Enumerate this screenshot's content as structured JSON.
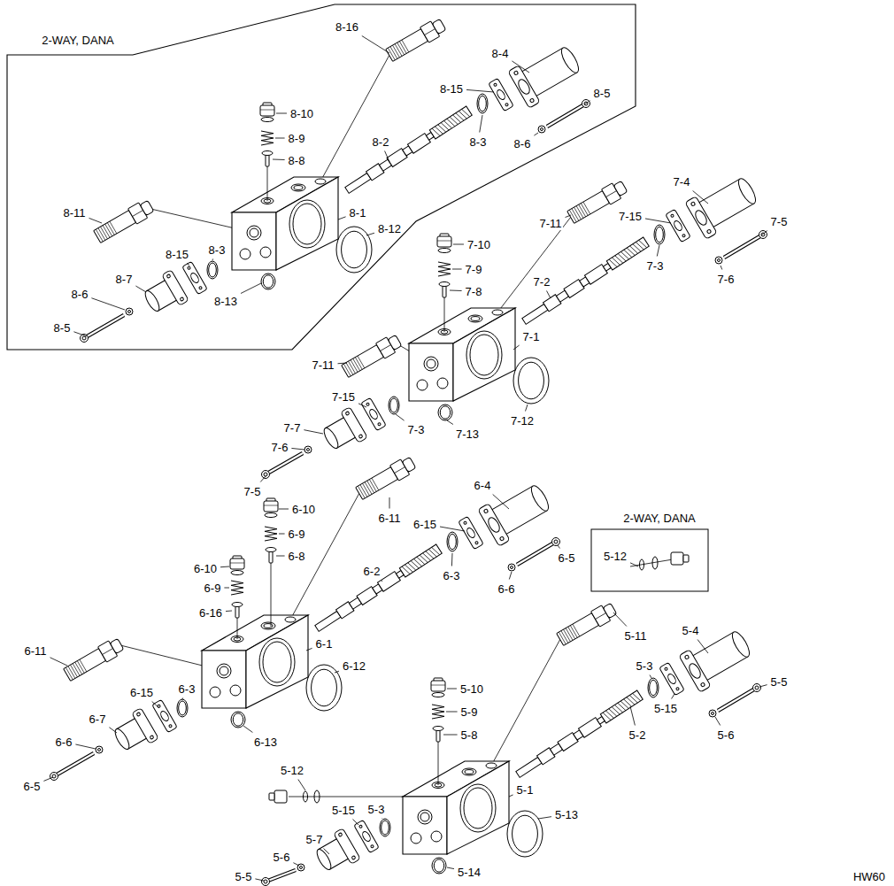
{
  "diagram": {
    "labels": [
      "2-WAY, DANA",
      "8-16",
      "8-4",
      "8-15",
      "8-10",
      "8-9",
      "8-2",
      "8-3",
      "8-6",
      "8-5",
      "8-8",
      "8-1",
      "8-11",
      "8-12",
      "8-3",
      "8-15",
      "8-7",
      "8-6",
      "8-13",
      "8-5",
      "7-4",
      "7-15",
      "7-5",
      "7-11",
      "7-10",
      "7-3",
      "7-9",
      "7-6",
      "7-2",
      "7-8",
      "7-1",
      "7-11",
      "7-15",
      "7-12",
      "7-7",
      "7-3",
      "7-13",
      "7-6",
      "7-5",
      "6-4",
      "6-10",
      "6-11",
      "6-15",
      "6-9",
      "6-8",
      "6-5",
      "6-10",
      "6-2",
      "6-3",
      "6-9",
      "6-6",
      "6-16",
      "6-1",
      "6-11",
      "6-12",
      "6-3",
      "6-15",
      "6-7",
      "6-13",
      "6-6",
      "6-5",
      "2-WAY, DANA",
      "5-12",
      "5-4",
      "5-11",
      "5-3",
      "5-5",
      "5-10",
      "5-15",
      "5-9",
      "5-8",
      "5-2",
      "5-6",
      "5-12",
      "5-1",
      "5-3",
      "5-15",
      "5-13",
      "5-7",
      "5-6",
      "5-14",
      "5-5",
      "HW60"
    ]
  }
}
